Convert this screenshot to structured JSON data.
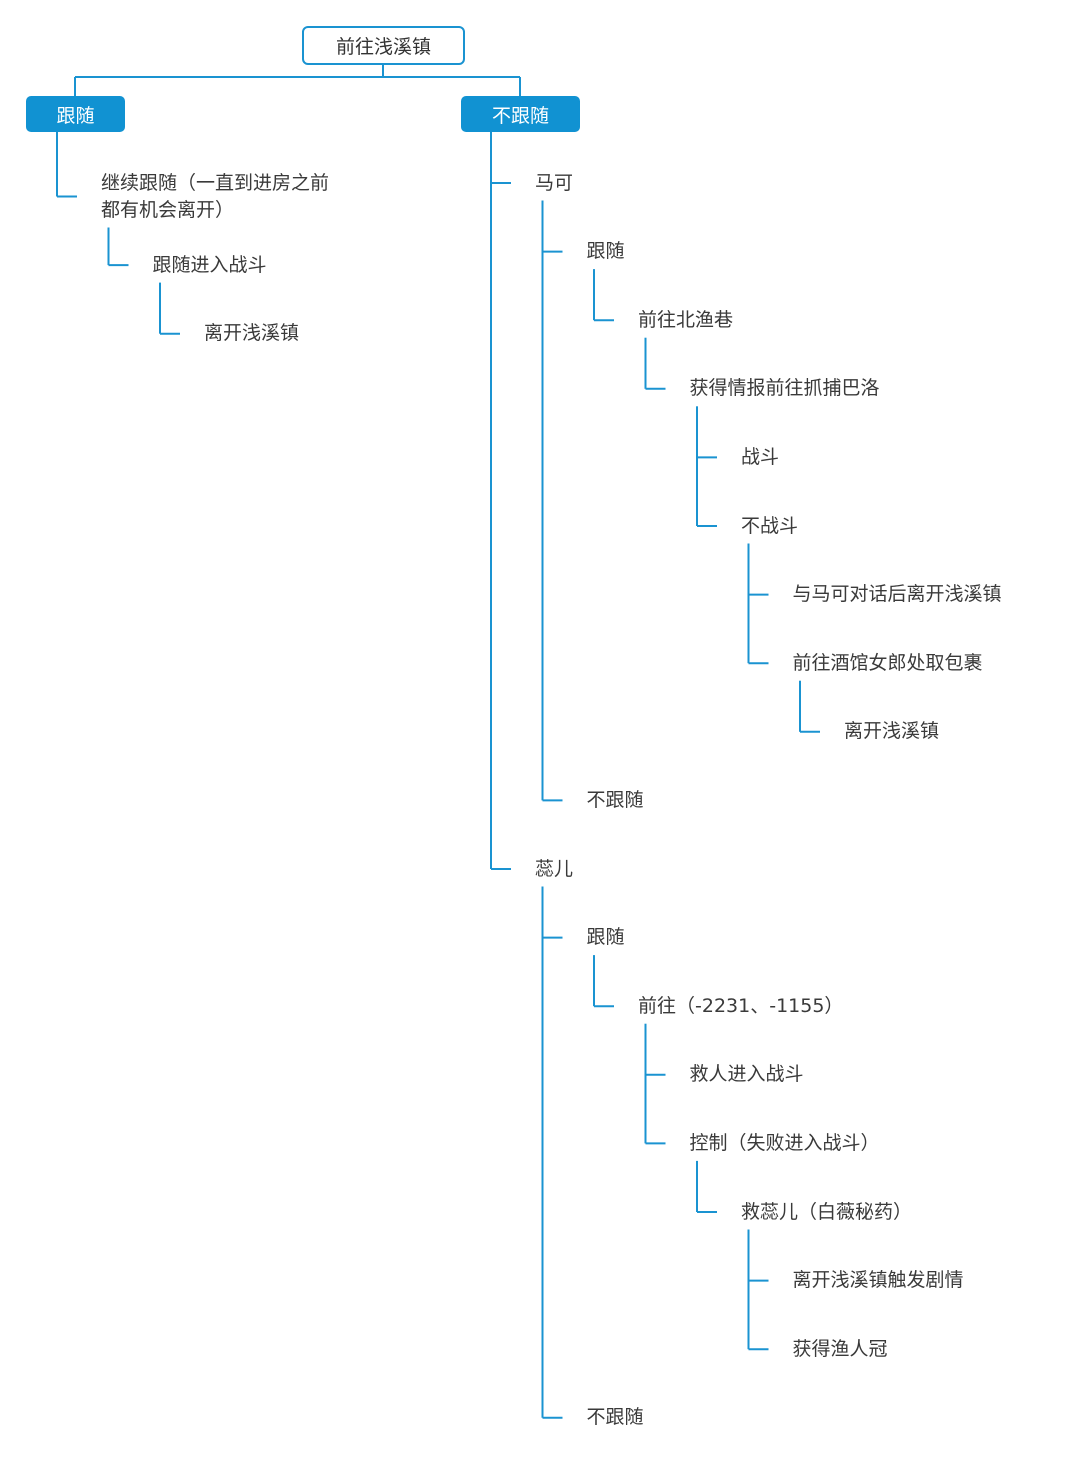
{
  "colors": {
    "line": "#1a93d1",
    "branch_fill": "#1192d2",
    "text": "#3a3a3a"
  },
  "root": {
    "label": "前往浅溪镇"
  },
  "branches": [
    {
      "label": "跟随",
      "children": [
        {
          "lines": [
            "继续跟随（一直到进房之前",
            "都有机会离开）"
          ],
          "children": [
            {
              "lines": [
                "跟随进入战斗"
              ],
              "children": [
                {
                  "lines": [
                    "离开浅溪镇"
                  ],
                  "children": []
                }
              ]
            }
          ]
        }
      ]
    },
    {
      "label": "不跟随",
      "children": [
        {
          "lines": [
            "马可"
          ],
          "children": [
            {
              "lines": [
                "跟随"
              ],
              "children": [
                {
                  "lines": [
                    "前往北渔巷"
                  ],
                  "children": [
                    {
                      "lines": [
                        "获得情报前往抓捕巴洛"
                      ],
                      "children": [
                        {
                          "lines": [
                            "战斗"
                          ],
                          "children": []
                        },
                        {
                          "lines": [
                            "不战斗"
                          ],
                          "children": [
                            {
                              "lines": [
                                "与马可对话后离开浅溪镇"
                              ],
                              "children": []
                            },
                            {
                              "lines": [
                                "前往酒馆女郎处取包裹"
                              ],
                              "children": [
                                {
                                  "lines": [
                                    "离开浅溪镇"
                                  ],
                                  "children": []
                                }
                              ]
                            }
                          ]
                        }
                      ]
                    }
                  ]
                }
              ]
            },
            {
              "lines": [
                "不跟随"
              ],
              "children": []
            }
          ]
        },
        {
          "lines": [
            "蕊儿"
          ],
          "children": [
            {
              "lines": [
                "跟随"
              ],
              "children": [
                {
                  "lines": [
                    "前往（-2231、-1155）"
                  ],
                  "children": [
                    {
                      "lines": [
                        "救人进入战斗"
                      ],
                      "children": []
                    },
                    {
                      "lines": [
                        "控制（失败进入战斗）"
                      ],
                      "children": [
                        {
                          "lines": [
                            "救蕊儿（白薇秘药）"
                          ],
                          "children": [
                            {
                              "lines": [
                                "离开浅溪镇触发剧情"
                              ],
                              "children": []
                            },
                            {
                              "lines": [
                                "获得渔人冠"
                              ],
                              "children": []
                            }
                          ]
                        }
                      ]
                    }
                  ]
                }
              ]
            },
            {
              "lines": [
                "不跟随"
              ],
              "children": []
            }
          ]
        }
      ]
    }
  ]
}
